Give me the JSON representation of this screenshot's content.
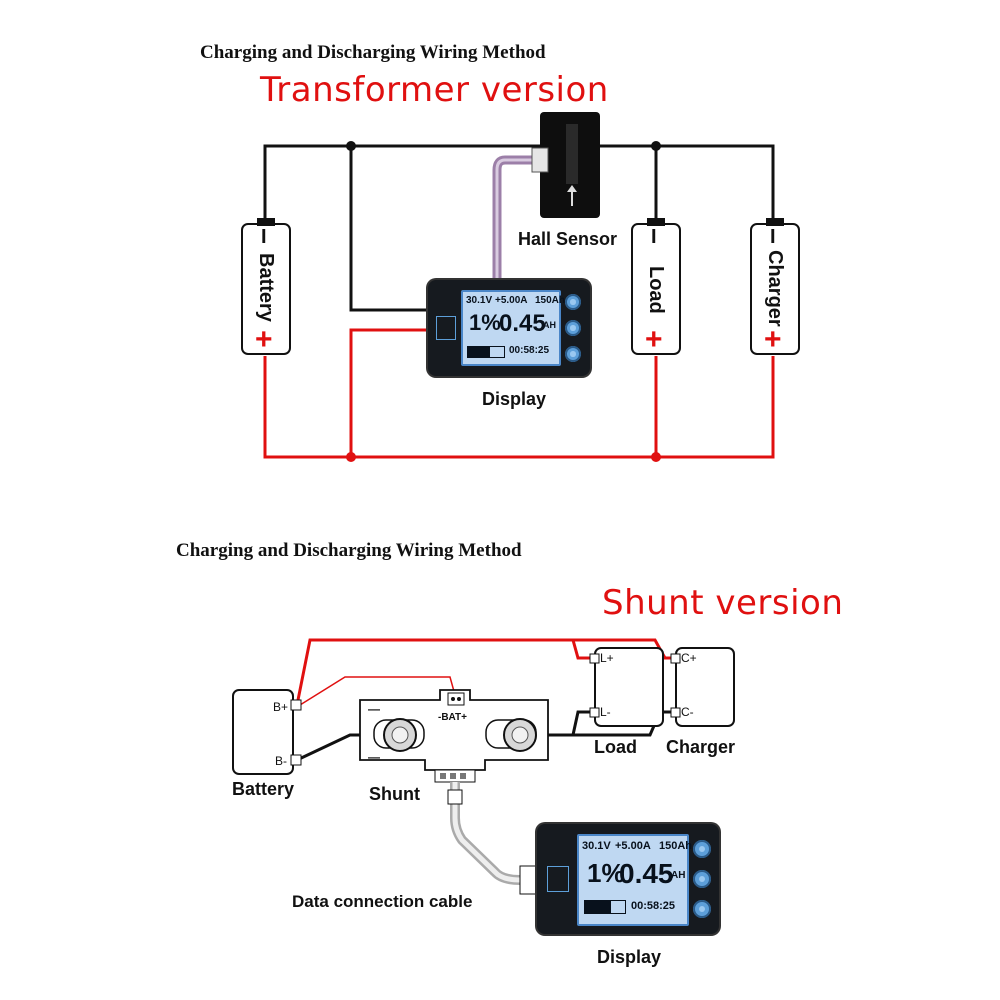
{
  "top": {
    "heading": "Charging and Discharging Wiring Method",
    "version": "Transformer version",
    "hall_sensor_label": "Hall Sensor",
    "display_label": "Display",
    "battery_label": "Battery",
    "load_label": "Load",
    "charger_label": "Charger",
    "plus": "+",
    "minus": "I"
  },
  "bottom": {
    "heading": "Charging and Discharging Wiring Method",
    "version": "Shunt version",
    "battery_label": "Battery",
    "shunt_label": "Shunt",
    "load_label": "Load",
    "charger_label": "Charger",
    "cable_label": "Data connection cable",
    "display_label": "Display",
    "terminal_bplus": "B+",
    "terminal_bminus": "B-",
    "terminal_lplus": "L+",
    "terminal_lminus": "L-",
    "terminal_cplus": "C+",
    "terminal_cminus": "C-",
    "shunt_bat": "-BAT+",
    "shunt_minus": "—"
  },
  "lcd": {
    "voltage": "30.1V",
    "current": "+5.00A",
    "capacity": "150Ah",
    "percent": "1%",
    "amp_hours": "0.45",
    "ah_unit": "AH",
    "timer": "00:58:25"
  },
  "colors": {
    "positive_wire": "#e01010",
    "negative_wire": "#111111",
    "version_text": "#e01010"
  }
}
